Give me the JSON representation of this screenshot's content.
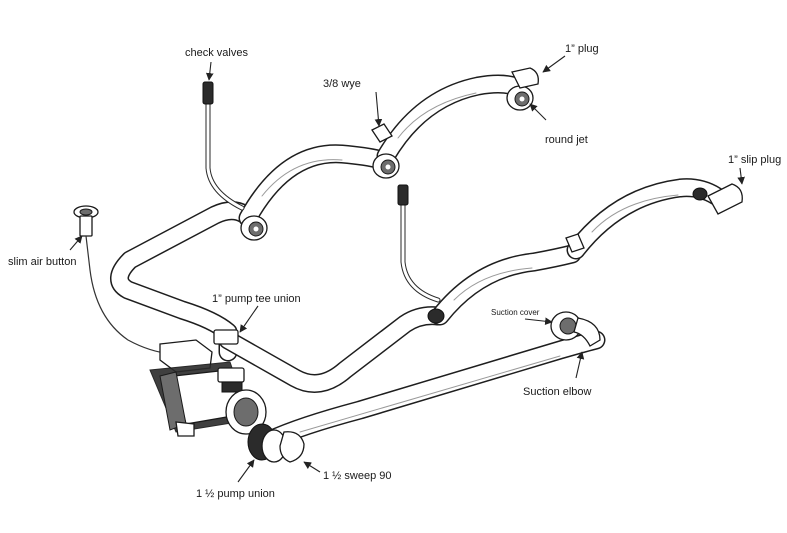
{
  "labels": {
    "check_valves": "check valves",
    "plug_1in": "1” plug",
    "wye_3_8": "3/8 wye",
    "round_jet": "round jet",
    "slip_plug_1in": "1” slip plug",
    "slim_air_button": "slim air button",
    "pump_tee_union_1in": "1” pump tee union",
    "suction_cover": "Suction cover",
    "suction_elbow": "Suction elbow",
    "sweep_90": "1 ½ sweep 90",
    "pump_union": "1 ½ pump union"
  },
  "colors": {
    "line": "#1e1e1e",
    "background": "#ffffff",
    "fitting_dark": "#2b2b2b"
  }
}
